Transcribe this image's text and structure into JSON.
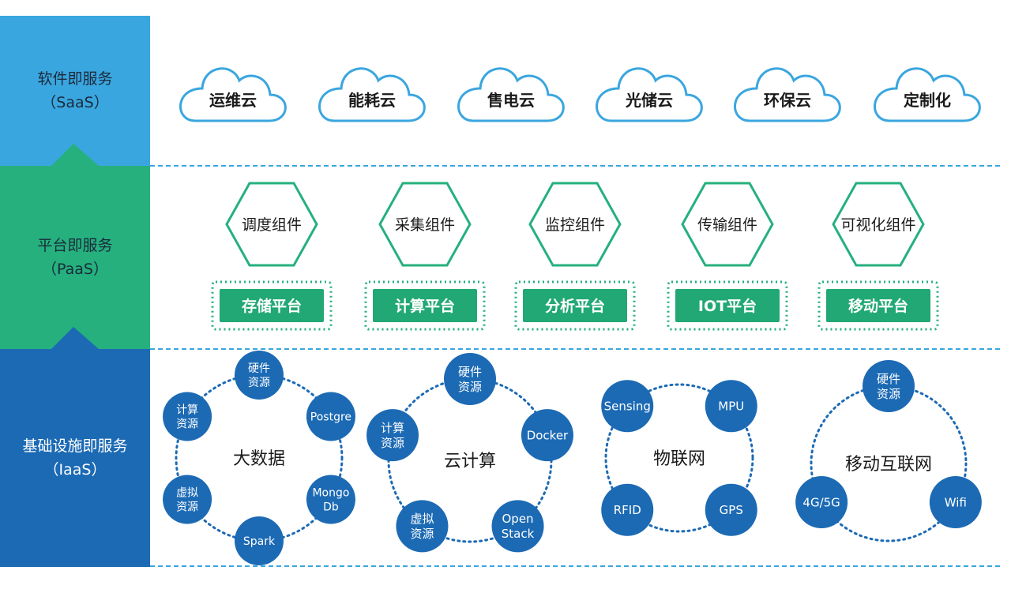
{
  "layers": {
    "saas": {
      "name": "软件即服务",
      "abbr": "（SaaS）"
    },
    "paas": {
      "name": "平台即服务",
      "abbr": "（PaaS）"
    },
    "iaas": {
      "name": "基础设施即服务",
      "abbr": "（IaaS）"
    }
  },
  "saas_clouds": [
    "运维云",
    "能耗云",
    "售电云",
    "光储云",
    "环保云",
    "定制化"
  ],
  "paas_components": [
    "调度组件",
    "采集组件",
    "监控组件",
    "传输组件",
    "可视化组件"
  ],
  "paas_platforms": [
    "存储平台",
    "计算平台",
    "分析平台",
    "IOT平台",
    "移动平台"
  ],
  "iaas_clusters": [
    {
      "center": "大数据",
      "nodes": [
        [
          "硬件",
          "资源"
        ],
        [
          "Postgre"
        ],
        [
          "Mongo",
          "Db"
        ],
        [
          "Spark"
        ],
        [
          "虚拟",
          "资源"
        ],
        [
          "计算",
          "资源"
        ]
      ]
    },
    {
      "center": "云计算",
      "nodes": [
        [
          "硬件",
          "资源"
        ],
        [
          "Docker"
        ],
        [
          "Open",
          "Stack"
        ],
        [
          "虚拟",
          "资源"
        ],
        [
          "计算",
          "资源"
        ]
      ]
    },
    {
      "center": "物联网",
      "nodes": [
        [
          "Sensing"
        ],
        [
          "MPU"
        ],
        [
          "GPS"
        ],
        [
          "RFID"
        ]
      ]
    },
    {
      "center": "移动互联网",
      "nodes": [
        [
          "硬件",
          "资源"
        ],
        [
          "Wifi"
        ],
        [
          "4G/5G"
        ]
      ]
    }
  ],
  "colors": {
    "saas_bg": "#3aa6df",
    "paas_bg": "#25b07e",
    "iaas_bg": "#1c6ab4",
    "cloud_stroke": "#3aa6df",
    "hex_stroke": "#25b07e",
    "platform_fill": "#21a874",
    "node_fill": "#1c6ab4",
    "divider": "#3aa6df"
  }
}
